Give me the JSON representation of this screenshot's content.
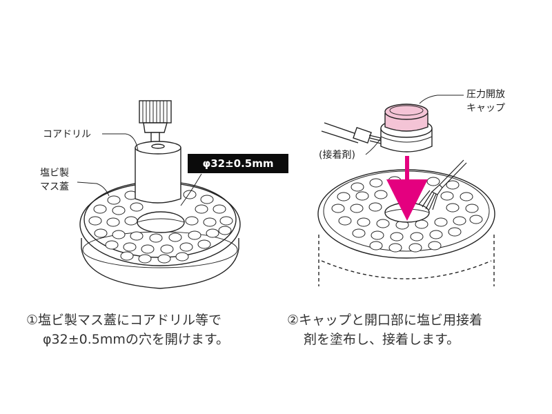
{
  "labels": {
    "core_drill": "コアドリル",
    "pvc_lid_line1": "塩ビ製",
    "pvc_lid_line2": "マス蓋",
    "dimension": "φ32±0.5mm",
    "pressure_cap_line1": "圧力開放",
    "pressure_cap_line2": "キャップ",
    "adhesive": "(接着剤)"
  },
  "captions": {
    "step1_line1": "①塩ビ製マス蓋にコアドリル等で",
    "step1_line2": "φ32±0.5mmの穴を開けます。",
    "step2_line1": "②キャップと開口部に塩ビ用接着",
    "step2_line2": "剤を塗布し、接着します。"
  },
  "colors": {
    "line": "#222222",
    "cap_pink": "#f4c4d6",
    "arrow_magenta": "#e4007f",
    "dimension_box": "#0b0b0b"
  }
}
